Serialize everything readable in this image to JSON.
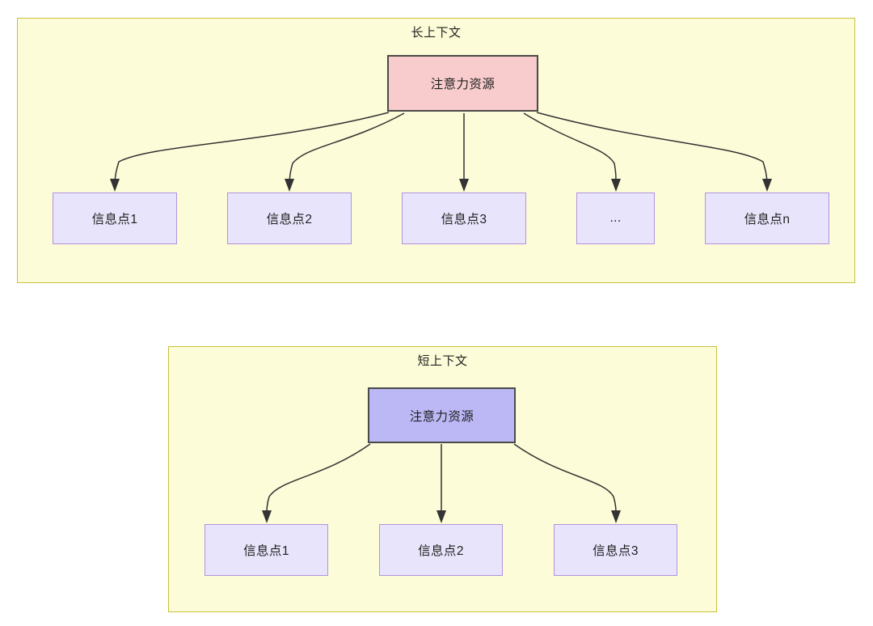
{
  "diagram": {
    "title_hidden": "",
    "colors": {
      "group_fill": "#fcfcd8",
      "group_border": "#c9c13a",
      "root_long_fill": "#f8cccc",
      "root_short_fill": "#bcb8f5",
      "root_border": "#4a4a4a",
      "leaf_fill": "#e8e4fb",
      "leaf_border": "#b193e0",
      "edge_color": "#333333",
      "page_bg": "#ffffff"
    },
    "groups": [
      {
        "id": "long-context",
        "title": "长上下文",
        "root": {
          "label": "注意力资源"
        },
        "leaves": [
          {
            "label": "信息点1"
          },
          {
            "label": "信息点2"
          },
          {
            "label": "信息点3"
          },
          {
            "label": "..."
          },
          {
            "label": "信息点n"
          }
        ]
      },
      {
        "id": "short-context",
        "title": "短上下文",
        "root": {
          "label": "注意力资源"
        },
        "leaves": [
          {
            "label": "信息点1"
          },
          {
            "label": "信息点2"
          },
          {
            "label": "信息点3"
          }
        ]
      }
    ]
  }
}
